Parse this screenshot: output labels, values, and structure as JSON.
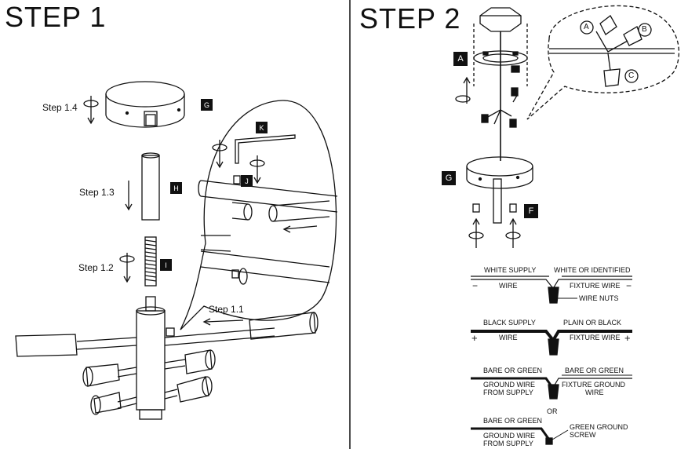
{
  "step1": {
    "title": "STEP 1",
    "labels": {
      "s14": "Step 1.4",
      "s13": "Step 1.3",
      "s12": "Step 1.2",
      "s11": "Step 1.1"
    },
    "tags": {
      "G": "G",
      "H": "H",
      "I": "I",
      "K": "K",
      "J": "J"
    }
  },
  "step2": {
    "title": "STEP 2",
    "tags": {
      "A": "A",
      "G": "G",
      "F": "F"
    },
    "circled": {
      "a": "A",
      "b": "B",
      "c": "C"
    },
    "white": {
      "supply": "WHITE SUPPLY",
      "wire": "WIRE",
      "identified": "WHITE OR IDENTIFIED",
      "fixture": "FIXTURE WIRE",
      "nuts": "WIRE NUTS",
      "minus": "−"
    },
    "black": {
      "supply": "BLACK SUPPLY",
      "wire": "WIRE",
      "plain": "PLAIN OR BLACK",
      "fixture": "FIXTURE WIRE",
      "plus": "+"
    },
    "ground1": {
      "left_top": "BARE OR GREEN",
      "left_mid": "GROUND WIRE",
      "left_bot": "FROM SUPPLY",
      "right_top": "BARE OR GREEN",
      "right_mid": "FIXTURE GROUND",
      "right_bot": "WIRE"
    },
    "or": "OR",
    "ground2": {
      "left_top": "BARE OR GREEN",
      "left_mid": "GROUND WIRE",
      "left_bot": "FROM SUPPLY",
      "screw1": "GREEN GROUND",
      "screw2": "SCREW"
    }
  }
}
